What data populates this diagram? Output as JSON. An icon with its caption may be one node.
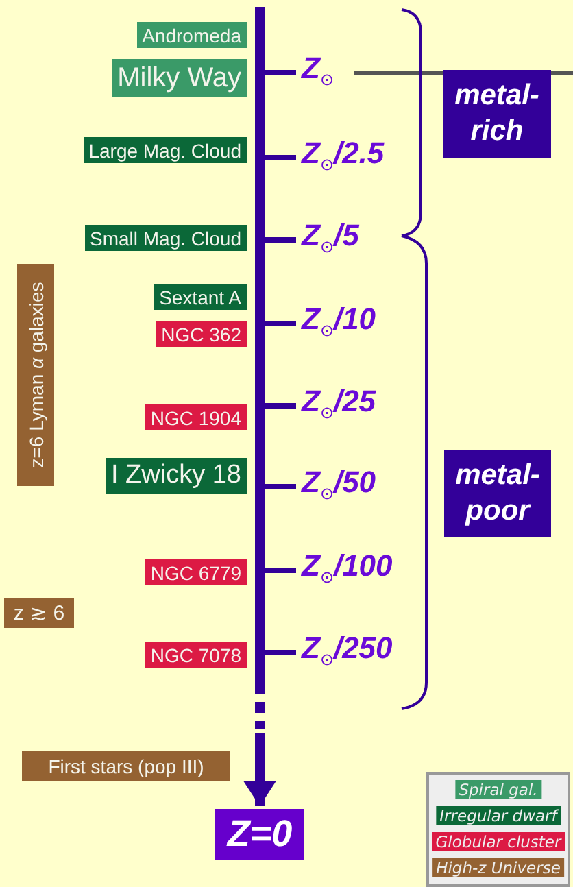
{
  "diagram": {
    "nodes": [
      {
        "text": [
          "Andromeda"
        ]
      },
      {
        "text": [
          "Milky Way"
        ]
      },
      {
        "text": [
          "metal-rich"
        ]
      },
      {
        "text": [
          "Large Mag. Cloud"
        ]
      },
      {
        "text": [
          "Small Mag. Cloud"
        ]
      },
      {
        "text": [
          "z=6 Lyman *α* galaxies"
        ]
      },
      {
        "text": [
          "Sextant A"
        ]
      },
      {
        "text": [
          "NGC 362"
        ]
      },
      {
        "text": [
          "NGC 1904"
        ]
      },
      {
        "text": [
          "I Zwicky 18"
        ]
      },
      {
        "text": [
          "metal-poor"
        ]
      },
      {
        "text": [
          "NGC 6779"
        ]
      },
      {
        "text": [
          "z ≳ 6"
        ]
      },
      {
        "text": [
          "NGC 7078"
        ]
      },
      {
        "text": [
          "First stars (pop III)"
        ]
      },
      {
        "text": [
          "Z=0"
        ]
      }
    ],
    "edges": [
      {
        "from": null,
        "to": 15,
        "arrow": "to"
      }
    ],
    "labels": [
      "Z$_{⊙}$",
      "Z$_{⊙}$/2.5",
      "Z$_{⊙}$/5",
      "Z$_{⊙}$/10",
      "Z$_{⊙}$/25",
      "Z$_{⊙}$/50",
      "Z$_{⊙}$/100",
      "Z$_{⊙}$/250"
    ],
    "legend": [
      {
        "text": "Spiral gal.",
        "color": "#3a9a68"
      },
      {
        "text": "Irregular dwarf",
        "color": "#0b6838"
      },
      {
        "text": "Globular cluster",
        "color": "#dc1a44"
      },
      {
        "text": "High-z Universe",
        "color": "#946232"
      }
    ]
  }
}
